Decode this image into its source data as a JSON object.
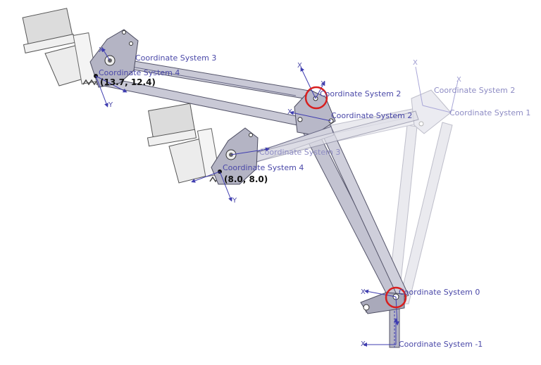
{
  "coordinate_systems": {
    "cs_neg1": "Coordinate System -1",
    "cs0": "Coordinate System 0",
    "cs1_ghost": "Coordinate System 1",
    "cs2_ghost": "Coordinate System 2",
    "cs2_solid": "Coordinate System 2",
    "cs3_solid": "Coordinate System 3",
    "cs4_solid": "Coordinate System 4",
    "cs3_ghost": "Coordinate System 3",
    "cs4_ghost": "Coordinate System 4",
    "cs2_mid": "Coordinate System 2"
  },
  "coordinates": {
    "upper_effector": "(13.7, 12.4)",
    "lower_effector": "(8.0, 8.0)"
  },
  "axis_labels": {
    "x": "X",
    "y": "Y"
  },
  "colors": {
    "frame_axis": "#3f3db0",
    "link_fill": "#c3c3d1",
    "link_stroke": "#55556a",
    "highlight_ring": "#d81f1f",
    "servo_body": "#dcdcdc"
  }
}
